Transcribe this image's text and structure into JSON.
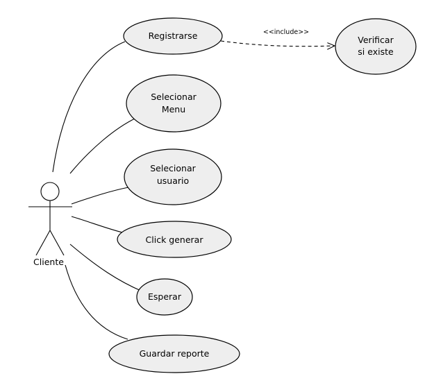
{
  "actor": {
    "name": "Cliente"
  },
  "use_cases": [
    {
      "id": "registrarse",
      "lines": [
        "Registrarse"
      ]
    },
    {
      "id": "seleccionar-menu",
      "lines": [
        "Selecionar",
        "Menu"
      ]
    },
    {
      "id": "seleccionar-usuario",
      "lines": [
        "Selecionar",
        "usuario"
      ]
    },
    {
      "id": "click-generar",
      "lines": [
        "Click generar"
      ]
    },
    {
      "id": "esperar",
      "lines": [
        "Esperar"
      ]
    },
    {
      "id": "guardar-reporte",
      "lines": [
        "Guardar reporte"
      ]
    },
    {
      "id": "verificar-existe",
      "lines": [
        "Verificar",
        "si existe"
      ]
    }
  ],
  "relations": {
    "include_label": "<<include>>"
  }
}
